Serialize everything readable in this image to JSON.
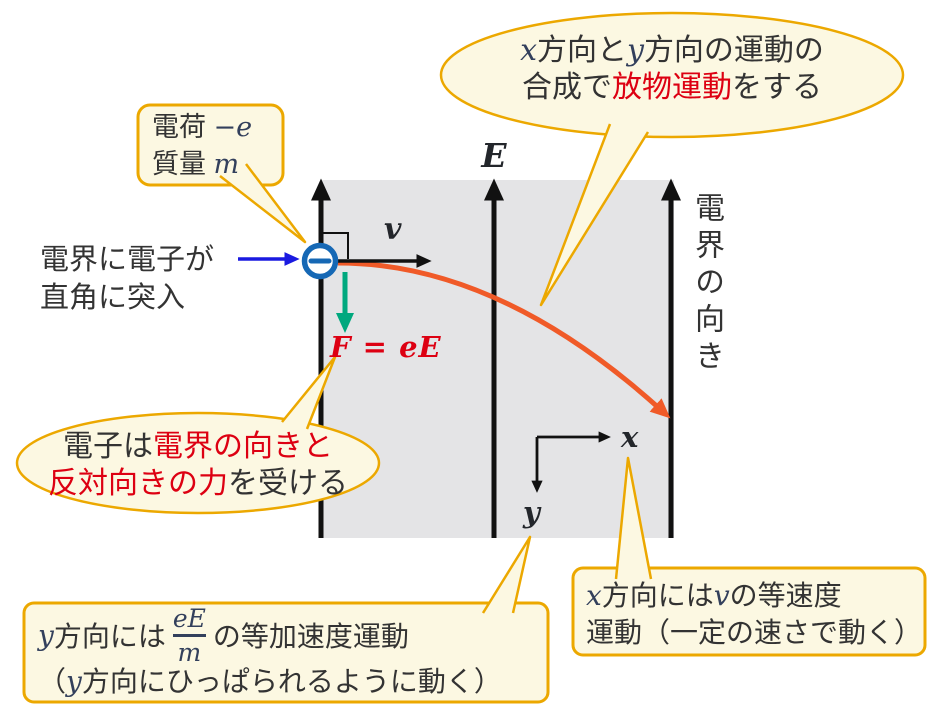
{
  "colors": {
    "bubble_fill": "#fcf8e2",
    "bubble_border": "#eca800",
    "field_gray": "#e4e4e6",
    "trajectory_orange": "#f05a28",
    "force_green": "#00a87e",
    "electron_blue": "#1668b5",
    "entry_arrow_blue": "#1a1ae0",
    "highlight_red": "#dd0012",
    "line_black": "#111111",
    "math_navy": "#33405c"
  },
  "diagram": {
    "field_label": "E",
    "field_direction": "電界の向き",
    "velocity_label": "v",
    "force_label": "F = eE",
    "axis_x": "x",
    "axis_y": "y",
    "electron_symbol": "−"
  },
  "entry_note": {
    "line1": "電界に電子が",
    "line2": "直角に突入"
  },
  "charge_callout": {
    "line1_label": "電荷 ",
    "line1_math": "−e",
    "line2_label": "質量 ",
    "line2_math": "m"
  },
  "parabola_callout": {
    "x": "x",
    "mid1": "方向と",
    "y": "y",
    "mid2": "方向の運動の",
    "l2_pre": "合成で",
    "l2_red": "放物運動",
    "l2_post": "をする"
  },
  "force_callout": {
    "l1_black": "電子は",
    "l1_red": "電界の向きと",
    "l2_red": "反対向きの力",
    "l2_black": "を受ける"
  },
  "y_callout": {
    "y1": "y",
    "pre": "方向には",
    "frac_num": "eE",
    "frac_den": "m",
    "post": "の等加速度運動",
    "l2_open": "（",
    "y2": "y",
    "l2_rest": "方向にひっぱられるように動く）"
  },
  "x_callout": {
    "x": "x",
    "pre": "方向には",
    "v": "v",
    "post": "の等速度",
    "line2": "運動（一定の速さで動く）"
  }
}
